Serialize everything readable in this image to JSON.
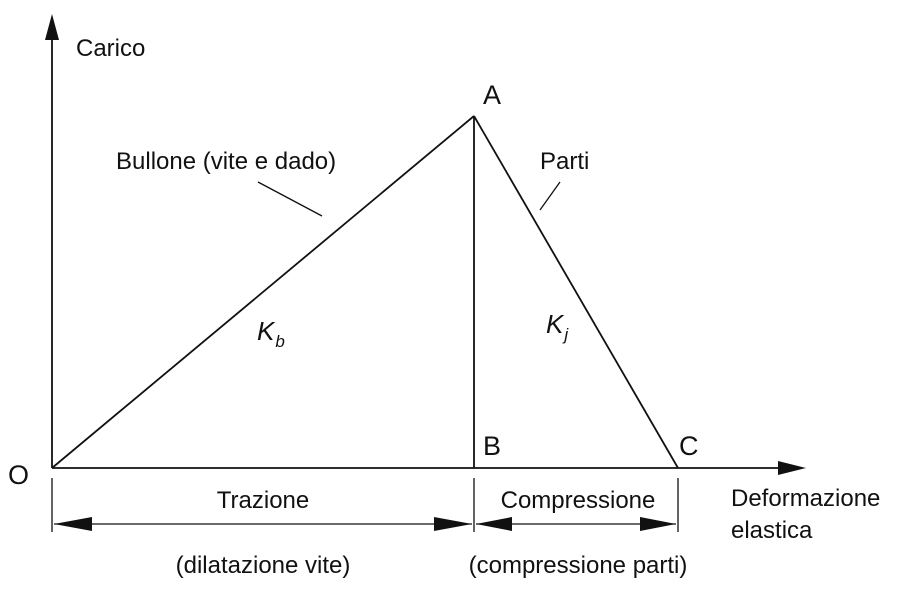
{
  "axes": {
    "y_label": "Carico",
    "x_label_line1": "Deformazione",
    "x_label_line2": "elastica"
  },
  "points": {
    "origin": "O",
    "peak": "A",
    "foot": "B",
    "end": "C"
  },
  "labels": {
    "bolt": "Bullone (vite e dado)",
    "parts": "Parti",
    "kb_main": "K",
    "kb_sub": "b",
    "kj_main": "K",
    "kj_sub": "j"
  },
  "dimensions": {
    "tension": "Trazione",
    "tension_note": "(dilatazione vite)",
    "compression": "Compressione",
    "compression_note": "(compressione parti)"
  },
  "colors": {
    "ink": "#111111",
    "background": "#ffffff"
  }
}
